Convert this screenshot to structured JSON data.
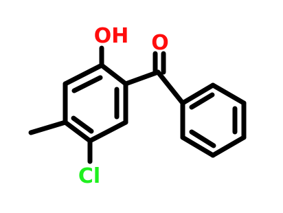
{
  "molecule": {
    "atoms": [
      {
        "id": "oh",
        "label": "OH",
        "color": "#ff0d0d"
      },
      {
        "id": "o",
        "label": "O",
        "color": "#ff0d0d"
      },
      {
        "id": "cl",
        "label": "Cl",
        "color": "#1ff01f"
      }
    ]
  }
}
